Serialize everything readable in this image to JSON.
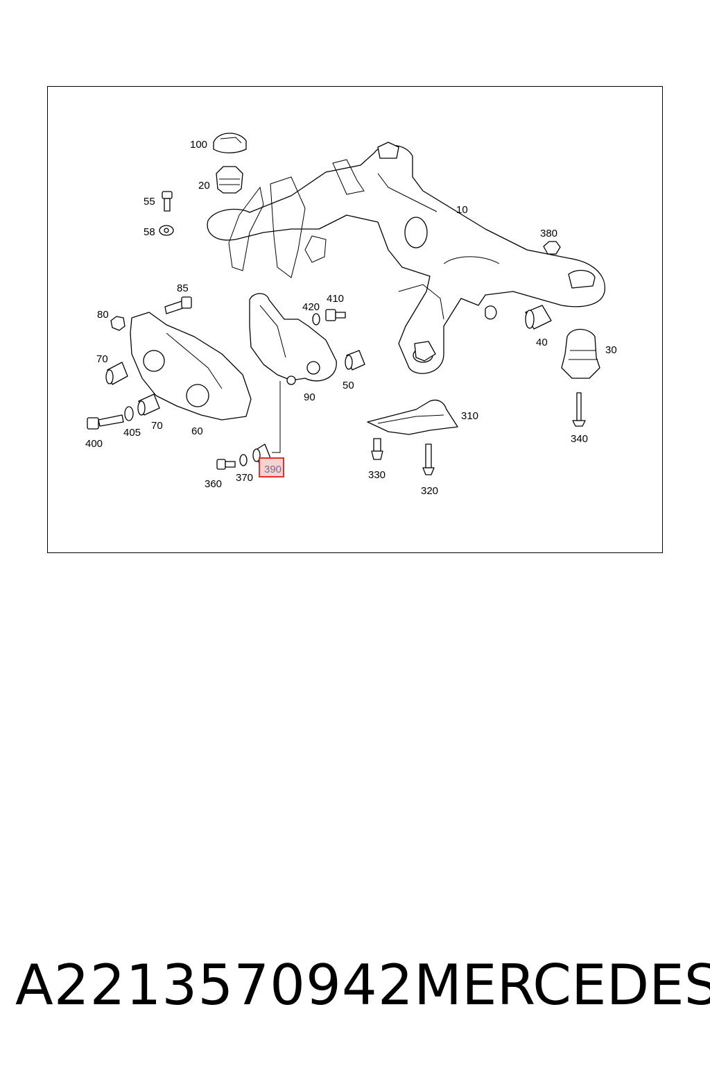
{
  "diagram": {
    "labels": {
      "p100": "100",
      "p20": "20",
      "p55": "55",
      "p58": "58",
      "p10": "10",
      "p380": "380",
      "p85": "85",
      "p80": "80",
      "p420": "420",
      "p410": "410",
      "p70a": "70",
      "p70b": "70",
      "p405": "405",
      "p400": "400",
      "p60": "60",
      "p90": "90",
      "p50": "50",
      "p40": "40",
      "p30": "30",
      "p310": "310",
      "p340": "340",
      "p330": "330",
      "p320": "320",
      "p360": "360",
      "p370": "370",
      "p390": "390"
    },
    "highlighted_part": "390",
    "highlight_color": "#e0302a"
  },
  "footer": {
    "part_number": "A2213570942",
    "brand": "MERCEDES"
  }
}
